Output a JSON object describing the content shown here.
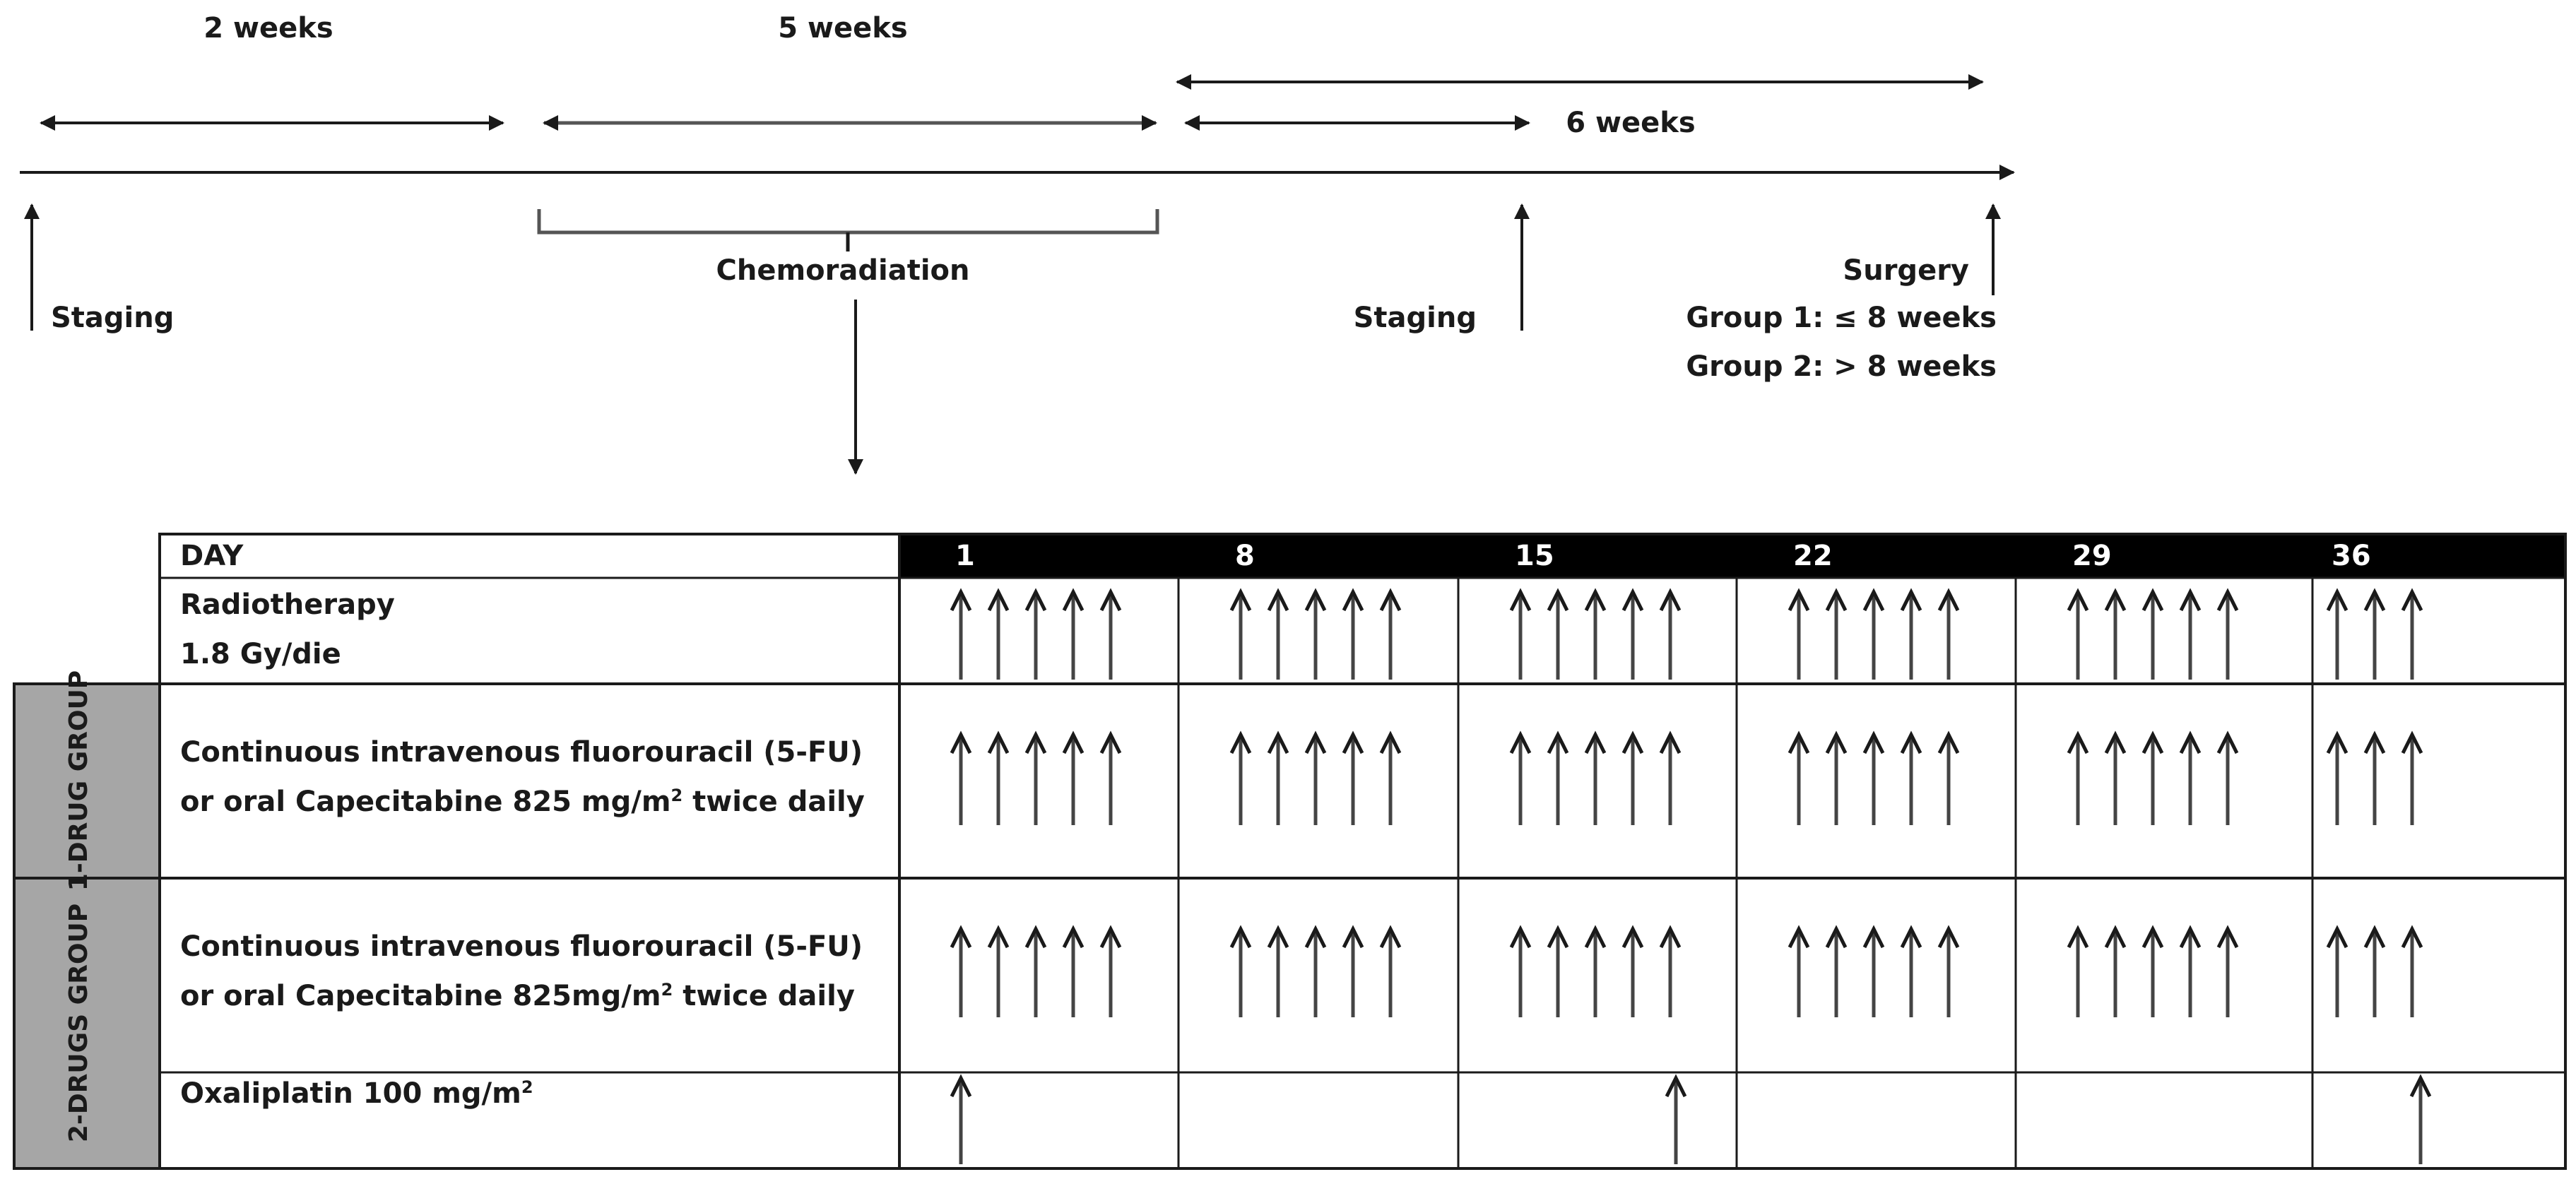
{
  "timeline": {
    "durations": {
      "d1": "2 weeks",
      "d2": "5 weeks",
      "d3": "6 weeks"
    },
    "labels": {
      "staging1": "Staging",
      "chemoradiation": "Chemoradiation",
      "staging2": "Staging",
      "surgery": "Surgery",
      "group1": "Group 1: ≤ 8 weeks",
      "group2": "Group 2: > 8 weeks"
    }
  },
  "table": {
    "day_label": "DAY",
    "days": [
      "1",
      "8",
      "15",
      "22",
      "29",
      "36"
    ],
    "groups": {
      "one_drug": "1-DRUG GROUP",
      "two_drugs": "2-DRUGS GROUP"
    },
    "rows": {
      "radiotherapy": {
        "line1": "Radiotherapy",
        "line2": "1.8 Gy/die"
      },
      "one_drug": {
        "line1": "Continuous intravenous fluorouracil (5-FU)",
        "line2a": "or oral Capecitabine 825 mg/m",
        "line2b": "2",
        "line2c": " twice daily"
      },
      "two_drug": {
        "line1": "Continuous intravenous fluorouracil (5-FU)",
        "line2a": "or oral Capecitabine 825mg/m",
        "line2b": "2",
        "line2c": " twice daily"
      },
      "oxaliplatin": {
        "a": "Oxaliplatin 100 mg/m",
        "b": "2"
      }
    },
    "doses_per_week": {
      "radiotherapy": [
        5,
        5,
        5,
        5,
        5,
        3
      ],
      "one_drug": [
        5,
        5,
        5,
        5,
        5,
        3
      ],
      "two_drug": [
        5,
        5,
        5,
        5,
        5,
        3
      ],
      "oxaliplatin": [
        1,
        0,
        1,
        0,
        0,
        1
      ]
    },
    "header_color": "#000000",
    "group_color": "#a6a6a6"
  }
}
